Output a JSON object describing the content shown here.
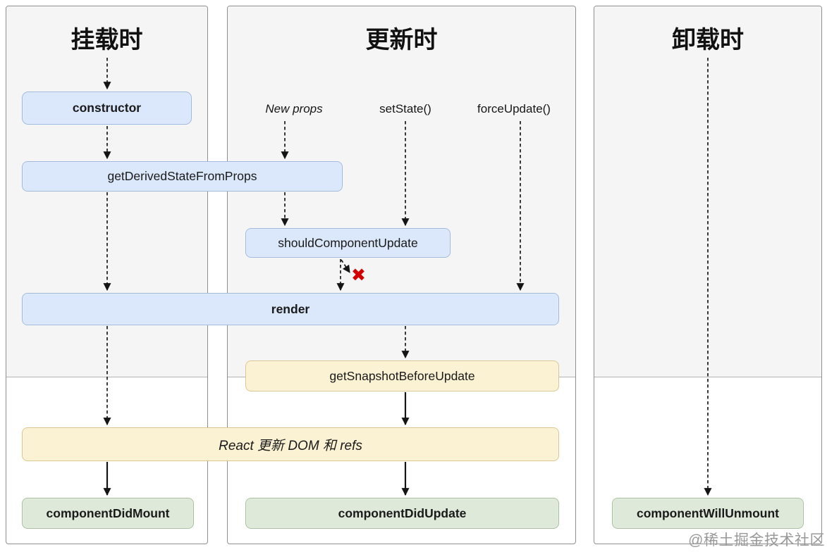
{
  "diagram": {
    "columns": [
      {
        "id": "mounting",
        "title": "挂载时"
      },
      {
        "id": "updating",
        "title": "更新时"
      },
      {
        "id": "unmounting",
        "title": "卸载时"
      }
    ],
    "triggers": {
      "new_props": "New props",
      "set_state": "setState()",
      "force_update": "forceUpdate()"
    },
    "nodes": {
      "constructor": "constructor",
      "get_derived_state_from_props": "getDerivedStateFromProps",
      "should_component_update": "shouldComponentUpdate",
      "render": "render",
      "get_snapshot_before_update": "getSnapshotBeforeUpdate",
      "react_updates_dom": "React 更新 DOM 和 refs",
      "component_did_mount": "componentDidMount",
      "component_did_update": "componentDidUpdate",
      "component_will_unmount": "componentWillUnmount"
    },
    "skip_marker": "✖",
    "edges": [
      {
        "from": "mounting-title",
        "to": "constructor",
        "style": "dashed"
      },
      {
        "from": "constructor",
        "to": "get_derived_state_from_props",
        "style": "dashed"
      },
      {
        "from": "get_derived_state_from_props",
        "to": "render",
        "style": "dashed"
      },
      {
        "from": "render",
        "to": "react_updates_dom",
        "style": "dashed"
      },
      {
        "from": "react_updates_dom",
        "to": "component_did_mount",
        "style": "solid"
      },
      {
        "from": "new_props",
        "to": "get_derived_state_from_props",
        "style": "dashed"
      },
      {
        "from": "get_derived_state_from_props",
        "to": "should_component_update",
        "style": "dashed"
      },
      {
        "from": "set_state",
        "to": "should_component_update",
        "style": "dashed"
      },
      {
        "from": "force_update",
        "to": "render",
        "style": "dashed"
      },
      {
        "from": "should_component_update",
        "to": "render",
        "style": "dashed"
      },
      {
        "from": "should_component_update",
        "to": "skip_marker",
        "style": "dashed"
      },
      {
        "from": "render",
        "to": "get_snapshot_before_update",
        "style": "dashed"
      },
      {
        "from": "get_snapshot_before_update",
        "to": "react_updates_dom",
        "style": "solid"
      },
      {
        "from": "react_updates_dom",
        "to": "component_did_update",
        "style": "solid"
      },
      {
        "from": "unmounting-title",
        "to": "component_will_unmount",
        "style": "dashed"
      }
    ],
    "colors": {
      "blue_fill": "#dbe8fb",
      "blue_border": "#9db9e0",
      "yellow_fill": "#fbf1d3",
      "yellow_border": "#dcc68c",
      "green_fill": "#dee9d9",
      "green_border": "#a7bf9d",
      "x_red": "#d40000",
      "panel_top_bg": "#f5f5f6",
      "panel_border": "#8f8f8f",
      "divider": "#b4b4b4"
    }
  },
  "watermark": "@稀土掘金技术社区"
}
